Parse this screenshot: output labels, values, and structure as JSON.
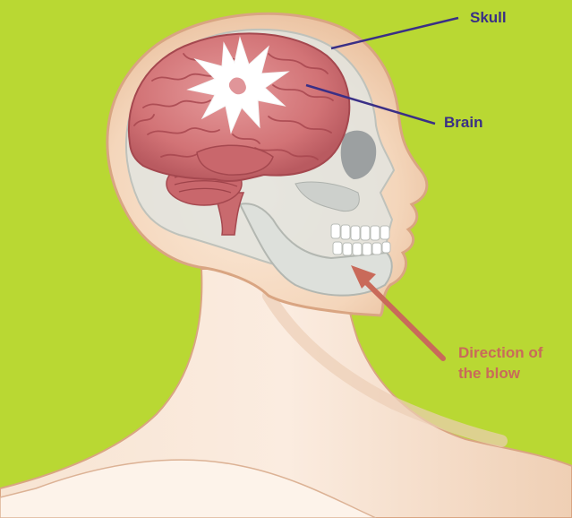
{
  "labels": {
    "skull": "Skull",
    "brain": "Brain",
    "blow_line1": "Direction of",
    "blow_line2": "the blow"
  },
  "colors": {
    "background": "#b9d833",
    "label_blue": "#3a2f86",
    "label_salmon": "#c96a5a",
    "blow_arrow": "#c96a5a",
    "pointer_line": "#3a2f86",
    "skin": "#f6dcc4",
    "brain": "#d87b7f",
    "skull": "#e1e3de"
  }
}
